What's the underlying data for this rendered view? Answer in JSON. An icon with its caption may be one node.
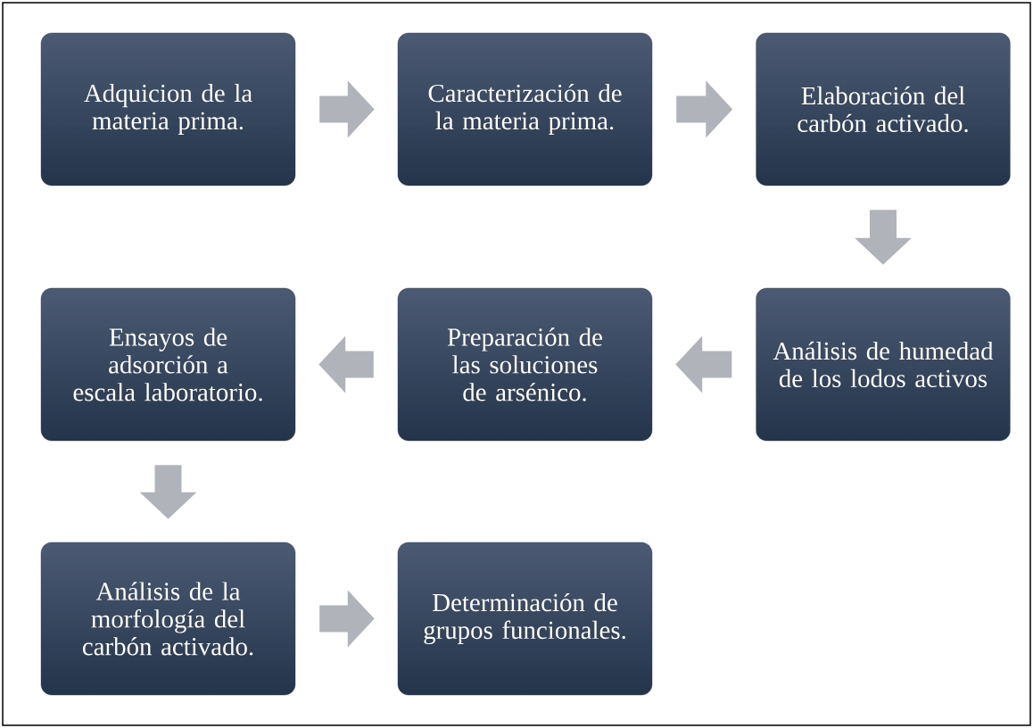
{
  "diagram": {
    "nodes": [
      {
        "text": [
          "Adquicion de la materia prima."
        ]
      },
      {
        "text": [
          "Caracterización de la materia prima."
        ]
      },
      {
        "text": [
          "Elaboración del carbón activado."
        ]
      },
      {
        "text": [
          "Ensayos de adsorción a escala laboratorio."
        ]
      },
      {
        "text": [
          "Preparación de las soluciones de arsénico."
        ]
      },
      {
        "text": [
          "Análisis de humedad de los lodos activos"
        ]
      },
      {
        "text": [
          "Análisis de la morfología del carbón activado."
        ]
      },
      {
        "text": [
          "Determinación de grupos funcionales."
        ]
      }
    ],
    "edges": [
      {
        "from": 0,
        "to": 1,
        "arrow": "to"
      },
      {
        "from": 1,
        "to": 2,
        "arrow": "to"
      },
      {
        "from": 2,
        "to": 5,
        "arrow": "to"
      },
      {
        "from": 5,
        "to": 4,
        "arrow": "to"
      },
      {
        "from": 4,
        "to": 3,
        "arrow": "to"
      },
      {
        "from": 3,
        "to": 6,
        "arrow": "to"
      },
      {
        "from": 6,
        "to": 7,
        "arrow": "to"
      }
    ]
  }
}
